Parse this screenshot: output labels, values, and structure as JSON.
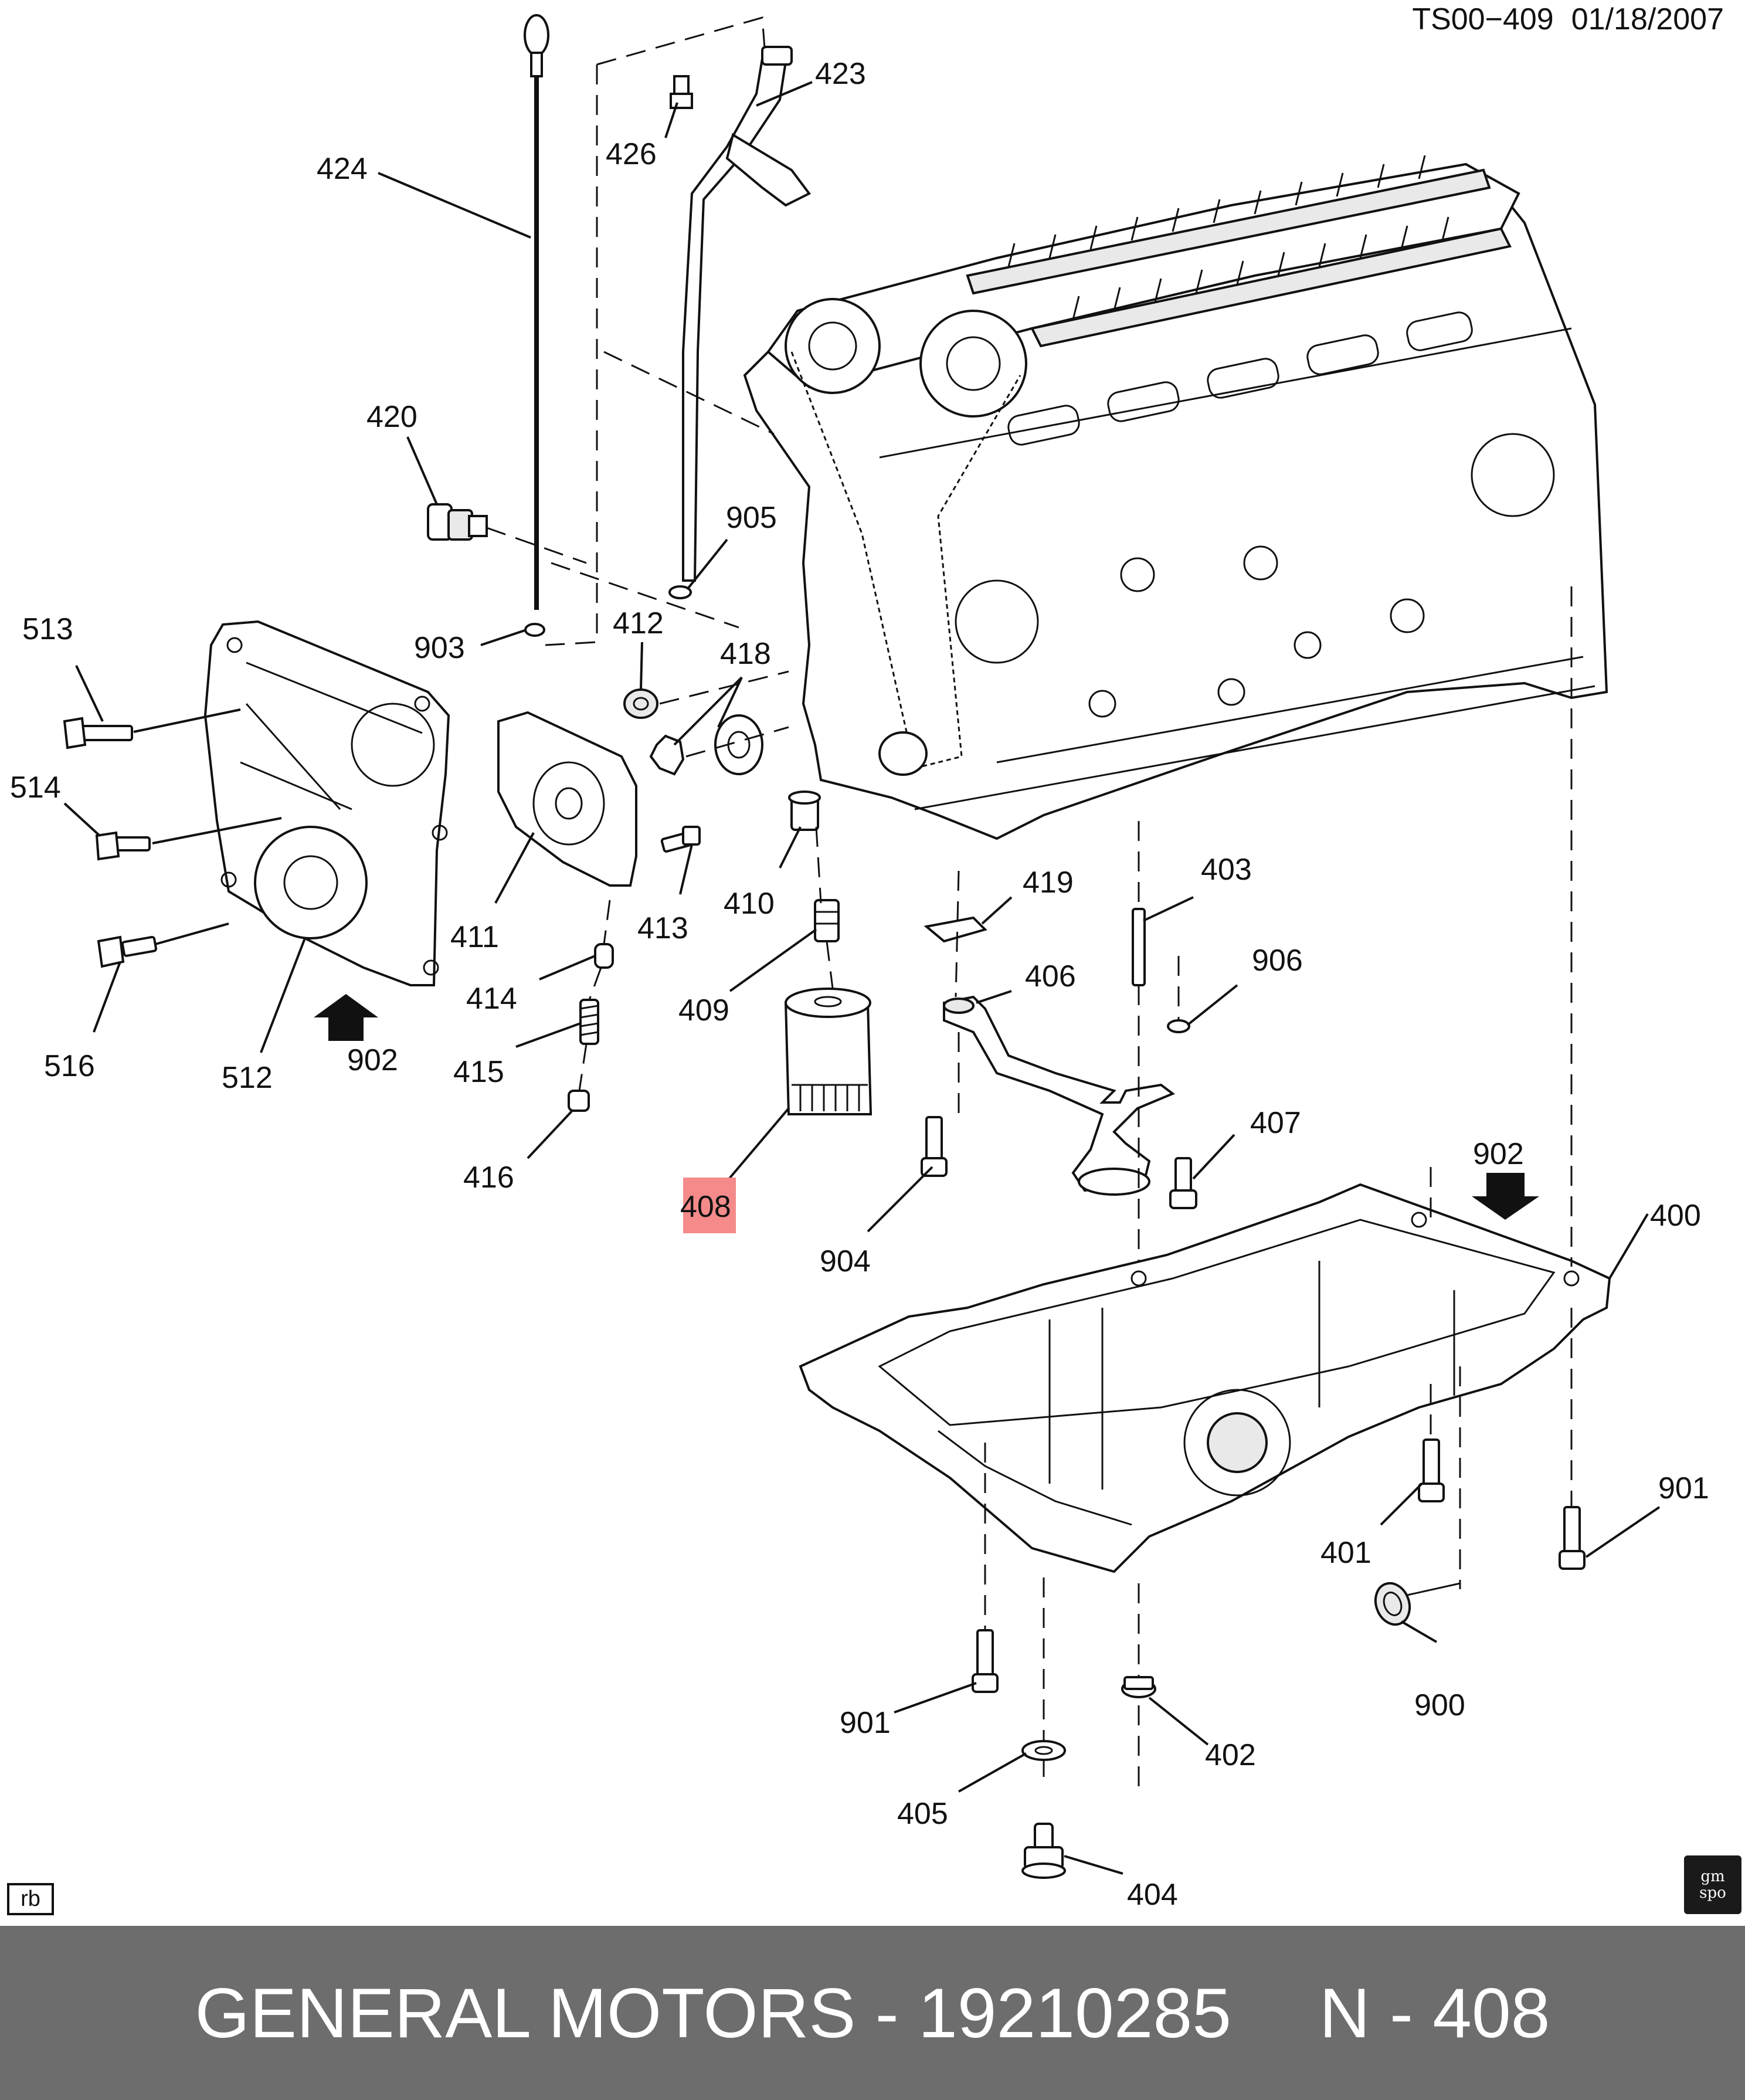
{
  "header": {
    "doc_id": "TS00−409",
    "date": "01/18/2007"
  },
  "callouts": [
    {
      "id": "c423",
      "text": "423"
    },
    {
      "id": "c426",
      "text": "426"
    },
    {
      "id": "c424",
      "text": "424"
    },
    {
      "id": "c420",
      "text": "420"
    },
    {
      "id": "c905",
      "text": "905"
    },
    {
      "id": "c513",
      "text": "513"
    },
    {
      "id": "c903",
      "text": "903"
    },
    {
      "id": "c412",
      "text": "412"
    },
    {
      "id": "c418",
      "text": "418"
    },
    {
      "id": "c514",
      "text": "514"
    },
    {
      "id": "c411",
      "text": "411"
    },
    {
      "id": "c413",
      "text": "413"
    },
    {
      "id": "c410",
      "text": "410"
    },
    {
      "id": "c419",
      "text": "419"
    },
    {
      "id": "c403",
      "text": "403"
    },
    {
      "id": "c414",
      "text": "414"
    },
    {
      "id": "c409",
      "text": "409"
    },
    {
      "id": "c406",
      "text": "406"
    },
    {
      "id": "c906",
      "text": "906"
    },
    {
      "id": "c516",
      "text": "516"
    },
    {
      "id": "c512",
      "text": "512"
    },
    {
      "id": "c902a",
      "text": "902"
    },
    {
      "id": "c415",
      "text": "415"
    },
    {
      "id": "c407",
      "text": "407"
    },
    {
      "id": "c416",
      "text": "416"
    },
    {
      "id": "c902b",
      "text": "902"
    },
    {
      "id": "c408",
      "text": "408"
    },
    {
      "id": "c400",
      "text": "400"
    },
    {
      "id": "c904",
      "text": "904"
    },
    {
      "id": "c901a",
      "text": "901"
    },
    {
      "id": "c401",
      "text": "401"
    },
    {
      "id": "c901b",
      "text": "901"
    },
    {
      "id": "c900",
      "text": "900"
    },
    {
      "id": "c402",
      "text": "402"
    },
    {
      "id": "c405",
      "text": "405"
    },
    {
      "id": "c404",
      "text": "404"
    }
  ],
  "highlight": {
    "callout": "408",
    "color": "#f48a8a"
  },
  "corner_tag": "rb",
  "logo_text": [
    "gm",
    "spo"
  ],
  "footer": {
    "left": "GENERAL MOTORS - 19210285",
    "right": "N - 408"
  },
  "colors": {
    "footer_bg": "#6d6d6d",
    "footer_text": "#ffffff",
    "line": "#111111"
  }
}
